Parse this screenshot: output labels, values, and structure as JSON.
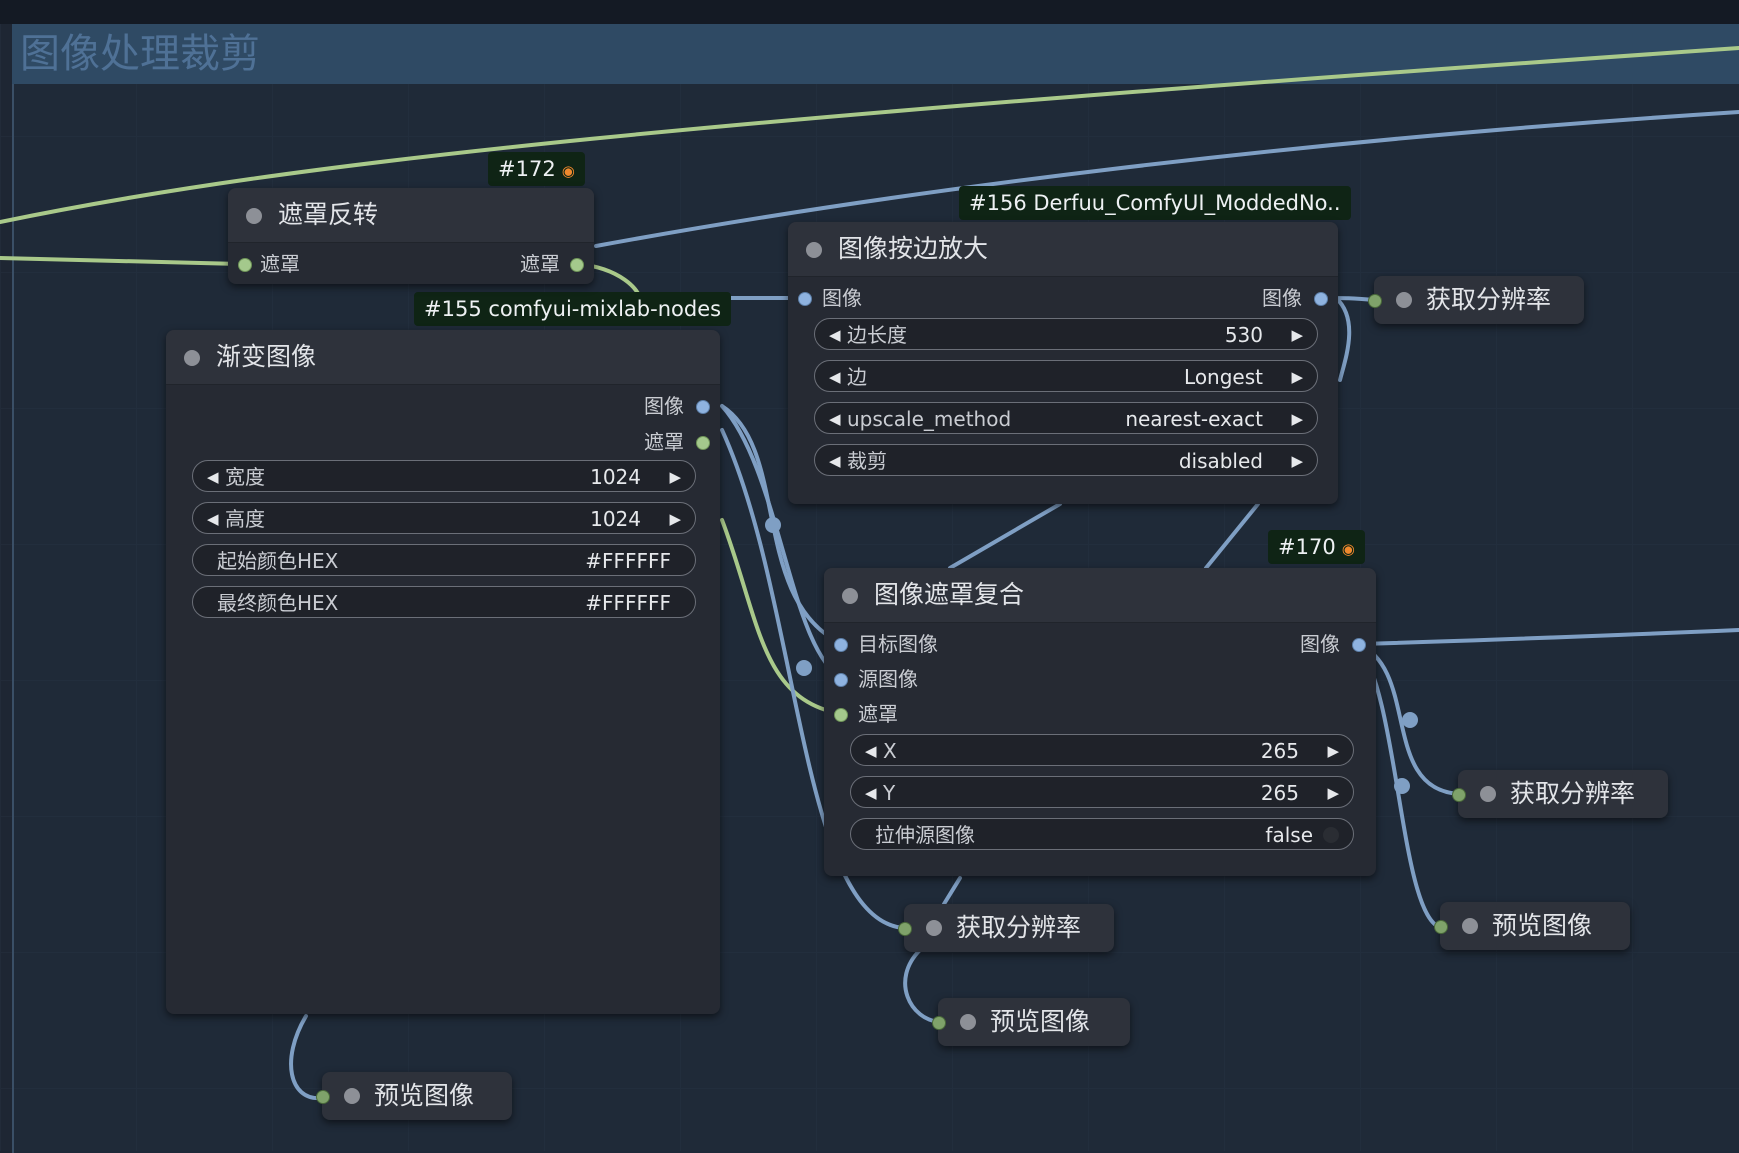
{
  "group": {
    "title": "图像处理裁剪"
  },
  "badges": {
    "b172": "#172",
    "b156": "#156 Derfuu_ComfyUI_ModdedNo..",
    "b155": "#155 comfyui-mixlab-nodes",
    "b170": "#170",
    "fox_icon": "fox-logo"
  },
  "nodes": {
    "mask_invert": {
      "title": "遮罩反转",
      "input": "遮罩",
      "output": "遮罩"
    },
    "gradient_image": {
      "title": "渐变图像",
      "outputs": [
        "图像",
        "遮罩"
      ],
      "widgets": [
        {
          "name": "宽度",
          "value": "1024"
        },
        {
          "name": "高度",
          "value": "1024"
        },
        {
          "name": "起始颜色HEX",
          "value": "#FFFFFF"
        },
        {
          "name": "最终颜色HEX",
          "value": "#FFFFFF"
        }
      ]
    },
    "image_scale_side": {
      "title": "图像按边放大",
      "input": "图像",
      "output": "图像",
      "widgets": [
        {
          "name": "边长度",
          "value": "530"
        },
        {
          "name": "边",
          "value": "Longest"
        },
        {
          "name": "upscale_method",
          "value": "nearest-exact"
        },
        {
          "name": "裁剪",
          "value": "disabled"
        }
      ]
    },
    "image_mask_composite": {
      "title": "图像遮罩复合",
      "inputs": [
        "目标图像",
        "源图像",
        "遮罩"
      ],
      "output": "图像",
      "widgets": [
        {
          "name": "X",
          "value": "265"
        },
        {
          "name": "Y",
          "value": "265"
        },
        {
          "name": "拉伸源图像",
          "value": "false"
        }
      ]
    },
    "get_res_1": {
      "title": "获取分辨率"
    },
    "get_res_2": {
      "title": "获取分辨率"
    },
    "get_res_3": {
      "title": "获取分辨率"
    },
    "preview_1": {
      "title": "预览图像"
    },
    "preview_2": {
      "title": "预览图像"
    },
    "preview_3": {
      "title": "预览图像"
    }
  },
  "colors": {
    "image_wire": "#7f9fc4",
    "mask_wire": "#a9c98a",
    "badge_bg": "#0f2415",
    "node_bg": "#262a33",
    "group_header": "#2f4a64"
  }
}
